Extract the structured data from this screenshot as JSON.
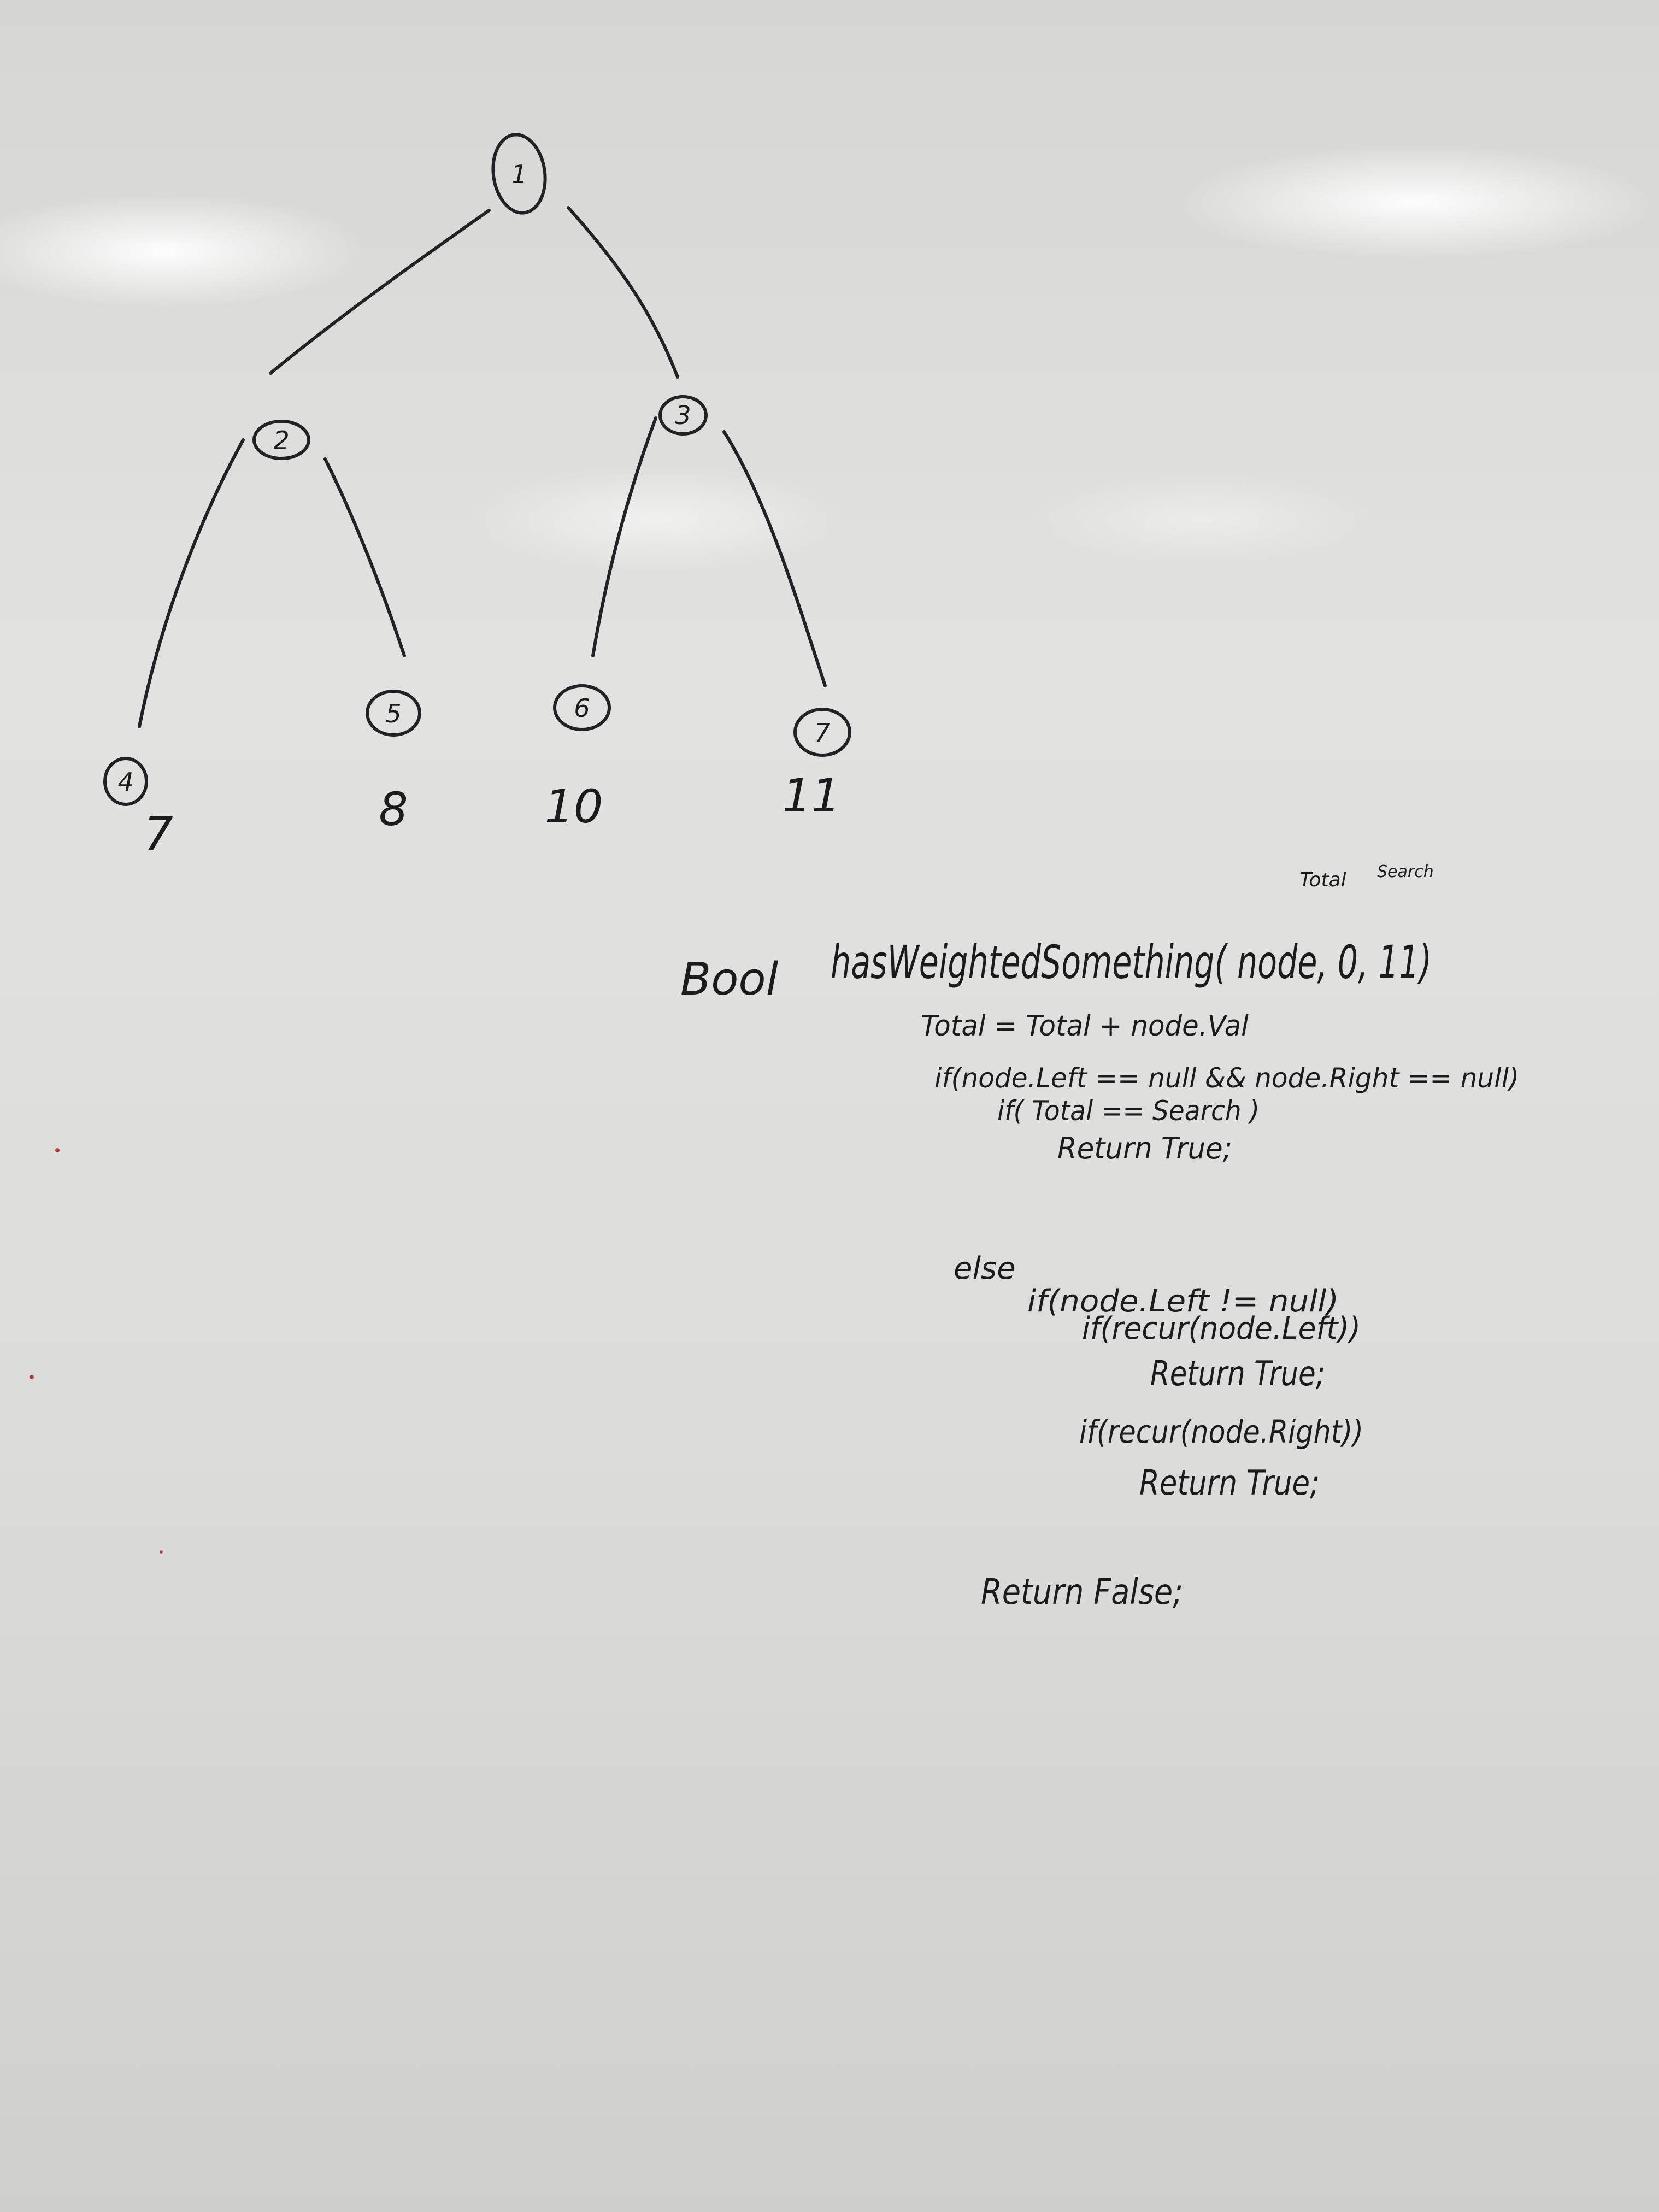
{
  "tree": {
    "nodes": [
      {
        "id": "1",
        "label": "1"
      },
      {
        "id": "2",
        "label": "2"
      },
      {
        "id": "3",
        "label": "3"
      },
      {
        "id": "4",
        "label": "4"
      },
      {
        "id": "5",
        "label": "5"
      },
      {
        "id": "6",
        "label": "6"
      },
      {
        "id": "7",
        "label": "7"
      }
    ],
    "path_sums": [
      "7",
      "8",
      "10",
      "11"
    ]
  },
  "code": {
    "return_type": "Bool",
    "annotation_total": "Total",
    "annotation_search": "Search",
    "signature": "hasWeightedSomething( node, 0, 11)",
    "lines": [
      "Total = Total + node.Val",
      "if(node.Left == null && node.Right == null)",
      "if( Total == Search )",
      "Return True;",
      "else",
      "if(node.Left != null)",
      "if(recur(node.Left))",
      "Return True;",
      "if(recur(node.Right))",
      "Return True;",
      "Return False;"
    ]
  }
}
